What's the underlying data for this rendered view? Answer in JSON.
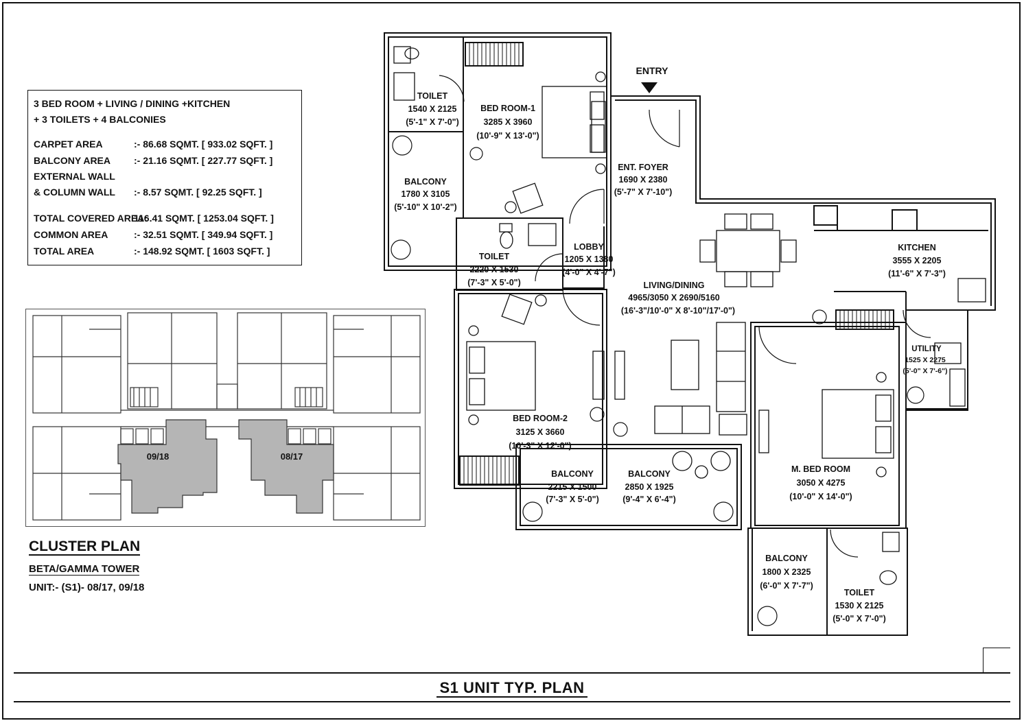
{
  "plan_title": "S1 UNIT TYP. PLAN",
  "area_summary": {
    "config_line1": "3 BED ROOM + LIVING / DINING +KITCHEN",
    "config_line2": "+ 3 TOILETS + 4 BALCONIES",
    "rows": [
      {
        "label": "CARPET AREA",
        "value": ":- 86.68 SQMT. [ 933.02 SQFT. ]"
      },
      {
        "label": "BALCONY AREA",
        "value": ":- 21.16 SQMT. [ 227.77 SQFT. ]"
      },
      {
        "label": "EXTERNAL WALL",
        "value": ""
      },
      {
        "label": "& COLUMN WALL",
        "value": ":- 8.57 SQMT. [ 92.25 SQFT. ]"
      },
      {
        "label": "TOTAL COVERED AREA:",
        "value": "116.41 SQMT. [ 1253.04 SQFT. ]"
      },
      {
        "label": "COMMON AREA",
        "value": ":- 32.51 SQMT. [ 349.94 SQFT. ]"
      },
      {
        "label": "TOTAL AREA",
        "value": ":- 148.92 SQMT. [ 1603 SQFT. ]"
      }
    ]
  },
  "cluster": {
    "title": "CLUSTER PLAN",
    "tower": "BETA/GAMMA TOWER",
    "unit": "UNIT:- (S1)- 08/17, 09/18",
    "unit_left": "09/18",
    "unit_right": "08/17"
  },
  "entry_label": "ENTRY",
  "rooms": [
    {
      "name": "TOILET",
      "dims": "1540 X 2125",
      "imperial": "(5'-1\" X 7'-0\")"
    },
    {
      "name": "BED ROOM-1",
      "dims": "3285 X 3960",
      "imperial": "(10'-9\" X 13'-0\")"
    },
    {
      "name": "ENT. FOYER",
      "dims": "1690 X 2380",
      "imperial": "(5'-7\" X 7'-10\")"
    },
    {
      "name": "BALCONY",
      "dims": "1780 X 3105",
      "imperial": "(5'-10\" X 10'-2\")"
    },
    {
      "name": "TOILET",
      "dims": "2220 X 1530",
      "imperial": "(7'-3\" X 5'-0\")"
    },
    {
      "name": "LOBBY",
      "dims": "1205 X 1380",
      "imperial": "(4'-0\" X 4'-7\")"
    },
    {
      "name": "KITCHEN",
      "dims": "3555 X 2205",
      "imperial": "(11'-6\" X 7'-3\")"
    },
    {
      "name": "LIVING/DINING",
      "dims": "4965/3050 X 2690/5160",
      "imperial": "(16'-3\"/10'-0\" X 8'-10\"/17'-0\")"
    },
    {
      "name": "UTILITY",
      "dims": "1525 X 2275",
      "imperial": "(5'-0\" X 7'-6\")"
    },
    {
      "name": "BED ROOM-2",
      "dims": "3125 X 3660",
      "imperial": "(10'-3\" X 12'-0\")"
    },
    {
      "name": "BALCONY",
      "dims": "2215 X 1500",
      "imperial": "(7'-3\" X 5'-0\")"
    },
    {
      "name": "BALCONY",
      "dims": "2850 X 1925",
      "imperial": "(9'-4\" X 6'-4\")"
    },
    {
      "name": "M. BED ROOM",
      "dims": "3050 X 4275",
      "imperial": "(10'-0\" X 14'-0\")"
    },
    {
      "name": "BALCONY",
      "dims": "1800 X 2325",
      "imperial": "(6'-0\" X 7'-7\")"
    },
    {
      "name": "TOILET",
      "dims": "1530 X 2125",
      "imperial": "(5'-0\" X 7'-0\")"
    }
  ]
}
